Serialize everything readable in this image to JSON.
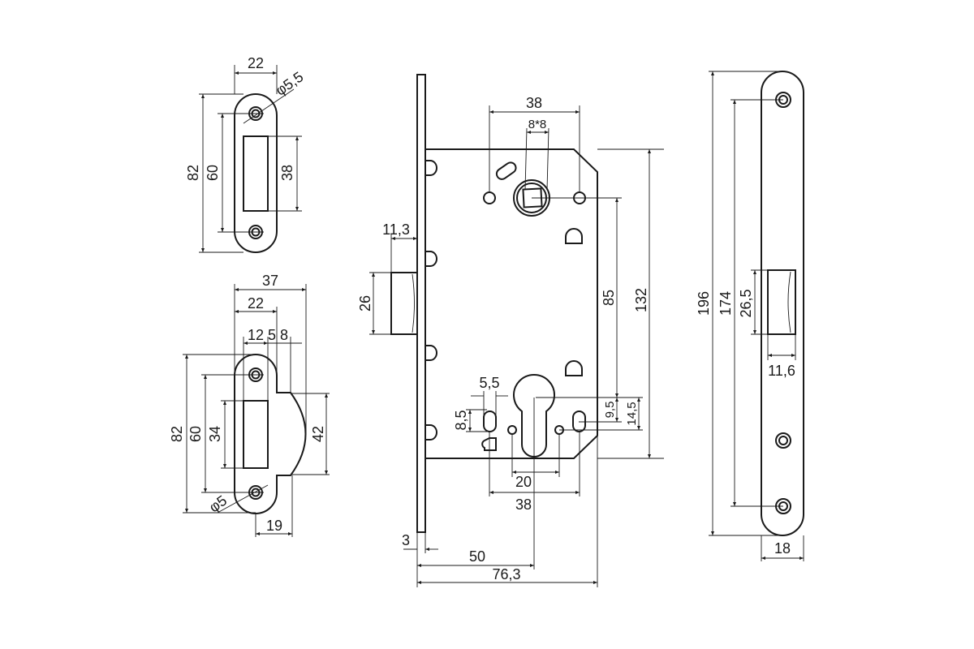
{
  "strike_plate_top": {
    "width": "22",
    "hole_dia": "φ5,5",
    "height": "82",
    "hole_spacing": "60",
    "slot_height": "38"
  },
  "strike_plate_bottom": {
    "total_width": "37",
    "width": "22",
    "w1": "12",
    "w2": "5",
    "w3": "8",
    "height": "82",
    "hole_spacing": "60",
    "slot_height": "34",
    "lip_height": "42",
    "hole_dia": "φ5",
    "lip_width": "19"
  },
  "lock_body": {
    "handle_spacing": "38",
    "spindle": "8*8",
    "latch_projection": "11,3",
    "latch_height": "26",
    "center_distance": "85",
    "body_height": "132",
    "cyl_offset1": "9,5",
    "cyl_offset2": "14,5",
    "slot_width": "5,5",
    "slot_height": "8,5",
    "cyl_holes": "20",
    "bottom_spacing": "38",
    "faceplate_thickness": "3",
    "backset": "50",
    "body_depth": "76,3"
  },
  "faceplate": {
    "length": "196",
    "hole_spacing": "174",
    "latch_height": "26,5",
    "latch_width": "11,6",
    "width": "18"
  }
}
